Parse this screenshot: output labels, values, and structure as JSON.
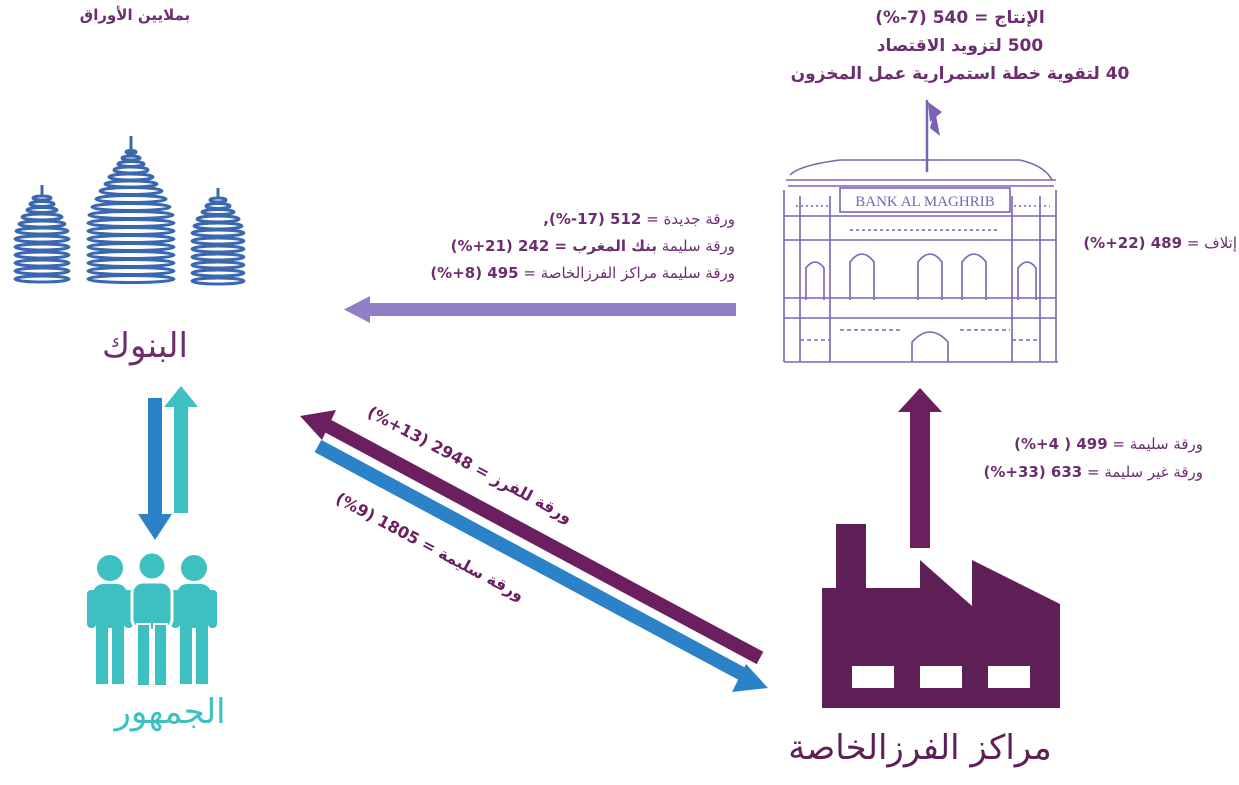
{
  "unit_label": "بملايين الأوراق",
  "production": {
    "line1": "الإنتاج = 540 (7-%)",
    "line2": "500 لتزويد الاقتصاد",
    "line3": "40 لتقوية خطة استمرارية عمل المخزون"
  },
  "bank_to_banks": {
    "line1_label": "ورقة جديدة = ",
    "line1_value": "512 (17-%),",
    "line2_label": "ورقة سليمة  ",
    "line2_value": "بنك المغرب = 242 (21+%)",
    "line3_label": "ورقة سليمة مراكز الفرزالخاصة = ",
    "line3_value": "495 (8+%)"
  },
  "destroyed": {
    "label": "إتلاف = ",
    "value": "489 (22+%)"
  },
  "centers_to_bank": {
    "line1_label": "ورقة سليمة = ",
    "line1_value": "499 ( 4+%)",
    "line2_label": "ورقة غير سليمة = ",
    "line2_value": "633  (33+%)"
  },
  "diagonal": {
    "to_banks": "ورقة للفرز = 2948 (13+%)",
    "to_centers": "ورقة سليمة = 1805 (9%)"
  },
  "building_sign": "BANK AL MAGHRIB",
  "nodes": {
    "banks": "البنوك",
    "public": "الجمهور",
    "centers": "مراكز الفرزالخاصة"
  },
  "colors": {
    "purple_dark": "#6b1f5e",
    "purple_light": "#8f7fc4",
    "blue": "#2b82c9",
    "teal": "#3fc1c3",
    "banks_icon": "#3a68b0",
    "people": "#3cc0c2",
    "factory": "#5e1f57",
    "building": "#7b62b3"
  },
  "icons": {
    "banks": "skyscrapers-icon",
    "public": "people-group-icon",
    "bank_al_maghrib": "bank-building-icon",
    "sorting_centers": "factory-icon"
  }
}
